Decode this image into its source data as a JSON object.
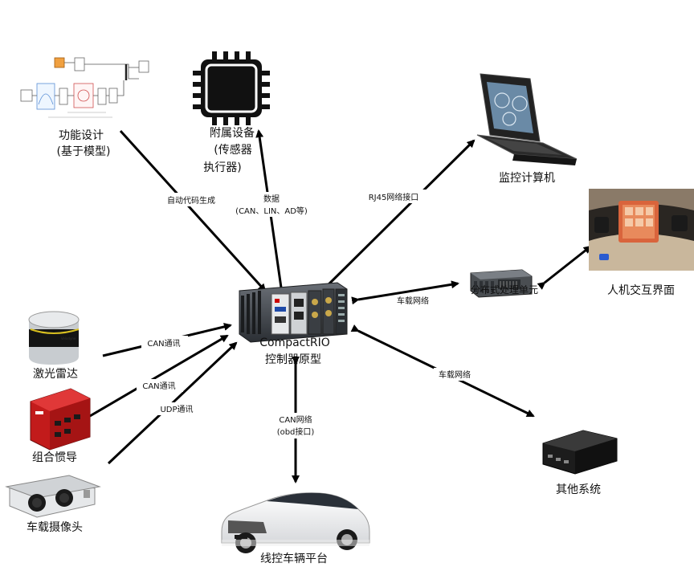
{
  "diagram": {
    "center": {
      "name": "CompactRIO",
      "subtitle": "控制器原型"
    },
    "nodes": {
      "function_design": {
        "line1": "功能设计",
        "line2": "(基于模型)"
      },
      "accessory": {
        "line1": "附属设备",
        "line2": "(传感器",
        "line3": "执行器)"
      },
      "monitor": {
        "label": "监控计算机"
      },
      "distributed": {
        "label": "分布式处理单元"
      },
      "hmi": {
        "label": "人机交互界面"
      },
      "lidar": {
        "label": "激光雷达"
      },
      "ins": {
        "label": "组合惯导"
      },
      "camera": {
        "label": "车载摄像头"
      },
      "vehicle": {
        "label": "线控车辆平台"
      },
      "other": {
        "label": "其他系统"
      }
    },
    "edges": {
      "autocode": "自动代码生成",
      "data_line1": "数据",
      "data_line2": "(CAN、LIN、AD等)",
      "rj45": "RJ45网络接口",
      "vehicle_net_1": "车载网络",
      "vehicle_net_2": "车载网络",
      "can_lidar": "CAN通讯",
      "can_ins": "CAN通讯",
      "udp_camera": "UDP通讯",
      "can_net_line1": "CAN网络",
      "can_net_line2": "(obd接口)"
    }
  }
}
